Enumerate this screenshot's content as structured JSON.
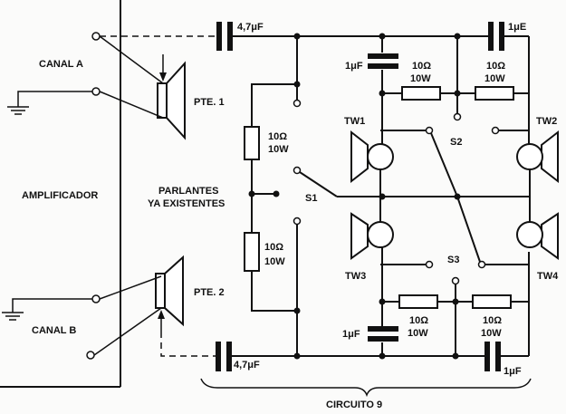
{
  "amplifier": {
    "title": "AMPLIFICADOR",
    "channel_a": "CANAL A",
    "channel_b": "CANAL B"
  },
  "existing_speakers": {
    "line1": "PARLANTES",
    "line2": "YA EXISTENTES",
    "pte1": "PTE. 1",
    "pte2": "PTE. 2"
  },
  "components": {
    "cap_top_left": "4,7μF",
    "cap_bottom_left": "4,7μF",
    "cap_top_right": "1μE",
    "cap_bottom_right": "1μF",
    "cap_top_mid": "1μF",
    "cap_bottom_mid": "1μF",
    "res_left_top_value": "10Ω",
    "res_left_top_power": "10W",
    "res_left_bottom_value": "10Ω",
    "res_left_bottom_power": "10W",
    "res_top_mid_value": "10Ω",
    "res_top_mid_power": "10W",
    "res_top_right_value": "10Ω",
    "res_top_right_power": "10W",
    "res_bottom_mid_value": "10Ω",
    "res_bottom_mid_power": "10W",
    "res_bottom_right_value": "10Ω",
    "res_bottom_right_power": "10W"
  },
  "switches": {
    "s1": "S1",
    "s2": "S2",
    "s3": "S3"
  },
  "tweeters": {
    "tw1": "TW1",
    "tw2": "TW2",
    "tw3": "TW3",
    "tw4": "TW4"
  },
  "caption": "CIRCUITO 9"
}
